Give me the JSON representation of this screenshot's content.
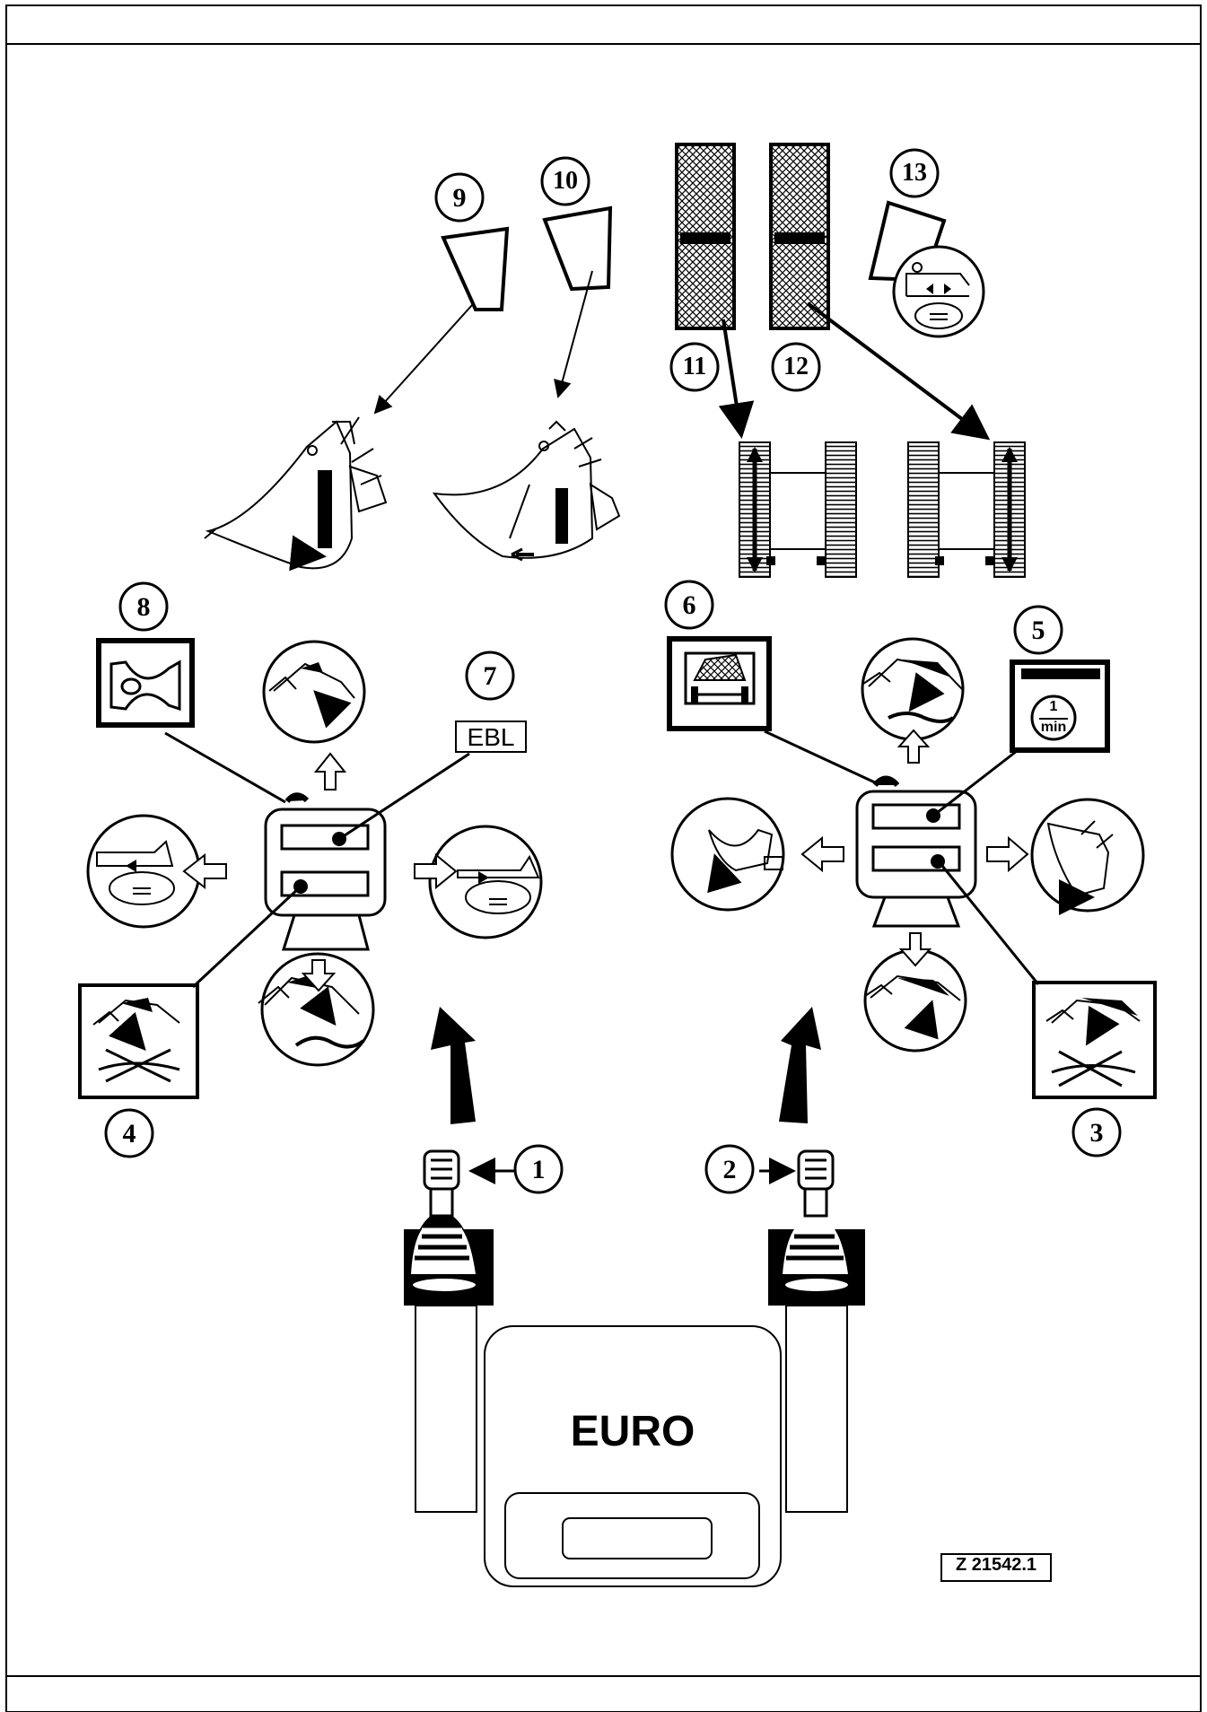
{
  "diagram": {
    "callouts": [
      {
        "id": "1",
        "label": "1"
      },
      {
        "id": "2",
        "label": "2"
      },
      {
        "id": "3",
        "label": "3"
      },
      {
        "id": "4",
        "label": "4"
      },
      {
        "id": "5",
        "label": "5"
      },
      {
        "id": "6",
        "label": "6"
      },
      {
        "id": "7",
        "label": "7"
      },
      {
        "id": "8",
        "label": "8"
      },
      {
        "id": "9",
        "label": "9"
      },
      {
        "id": "10",
        "label": "10"
      },
      {
        "id": "11",
        "label": "11"
      },
      {
        "id": "12",
        "label": "12"
      },
      {
        "id": "13",
        "label": "13"
      }
    ],
    "ebl_label": "EBL",
    "rpm_numerator": "1",
    "rpm_denominator": "min",
    "seat_label": "EURO",
    "figure_code": "Z 21542.1"
  }
}
